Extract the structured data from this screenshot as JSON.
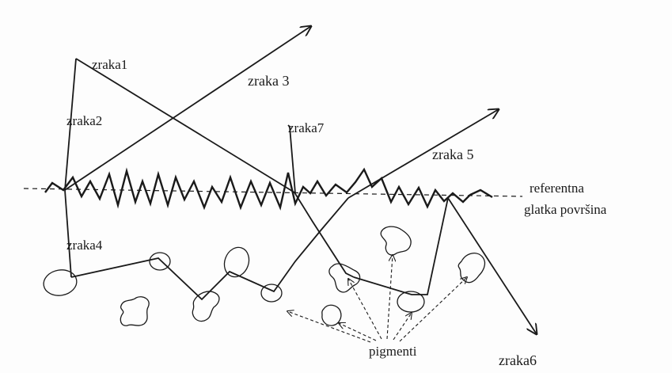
{
  "labels": {
    "ray1": "zraka1",
    "ray2": "zraka2",
    "ray3": "zraka 3",
    "ray4": "zraka4",
    "ray5": "zraka 5",
    "ray6": "zraka6",
    "ray7": "zraka7",
    "reference_line1": "referentna",
    "reference_line2": "glatka površina",
    "pigments": "pigmenti"
  },
  "colors": {
    "ink": "#1a1a1a",
    "paper": "#fdfdfd"
  }
}
